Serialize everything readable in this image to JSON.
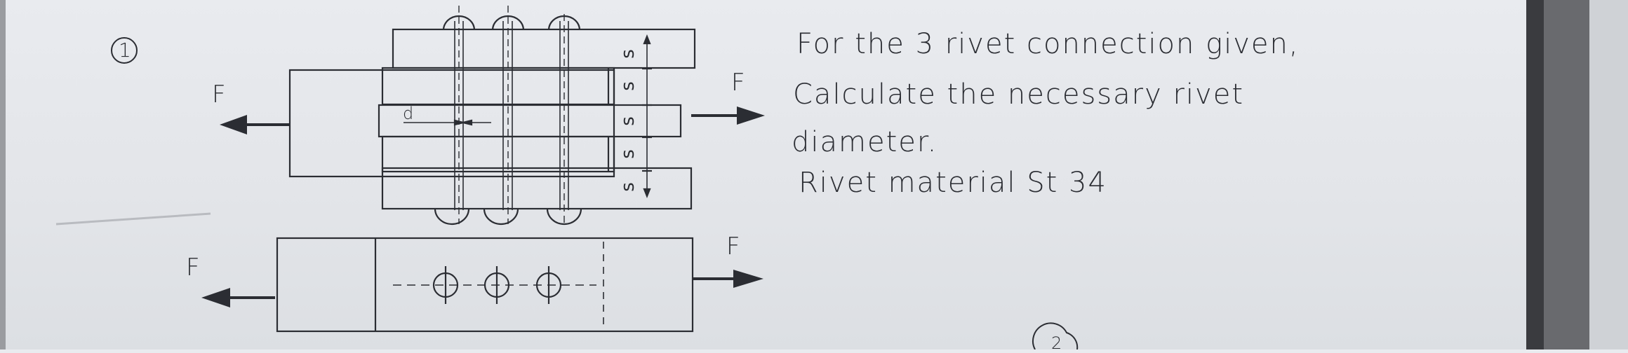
{
  "problem": {
    "number": "1",
    "text_lines": [
      "For the 3 rivet connection given,",
      "Calculate the necessary rivet",
      "diameter.",
      "Rivet material St 34"
    ],
    "next_number": "2"
  },
  "drawing": {
    "force_label": "F",
    "diameter_label": "d",
    "spacing_label": "s"
  }
}
